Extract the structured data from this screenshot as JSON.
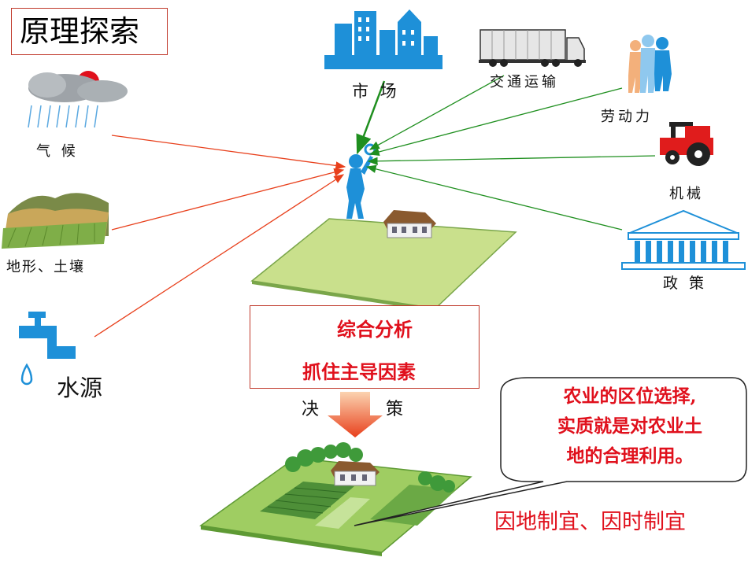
{
  "title": "原理探索",
  "factors": {
    "market": "市 场",
    "transport": "交通运输",
    "labor": "劳动力",
    "machinery": "机械",
    "policy": "政 策",
    "climate": "气 候",
    "terrain": "地形、土壤",
    "water": "水源"
  },
  "summary": {
    "line1": "综合分析",
    "line2": "抓住主导因素"
  },
  "decision": {
    "left": "决",
    "right": "策"
  },
  "bubble": {
    "line1": "农业的区位选择,",
    "line2": "实质就是对农业土",
    "line3": "地的合理利用。"
  },
  "motto": "因地制宜、因时制宜",
  "colors": {
    "natural_arrow": "#e8401c",
    "social_arrow": "#1f8f1f",
    "accent_red": "#e0101c",
    "icon_blue": "#1e90d8"
  }
}
